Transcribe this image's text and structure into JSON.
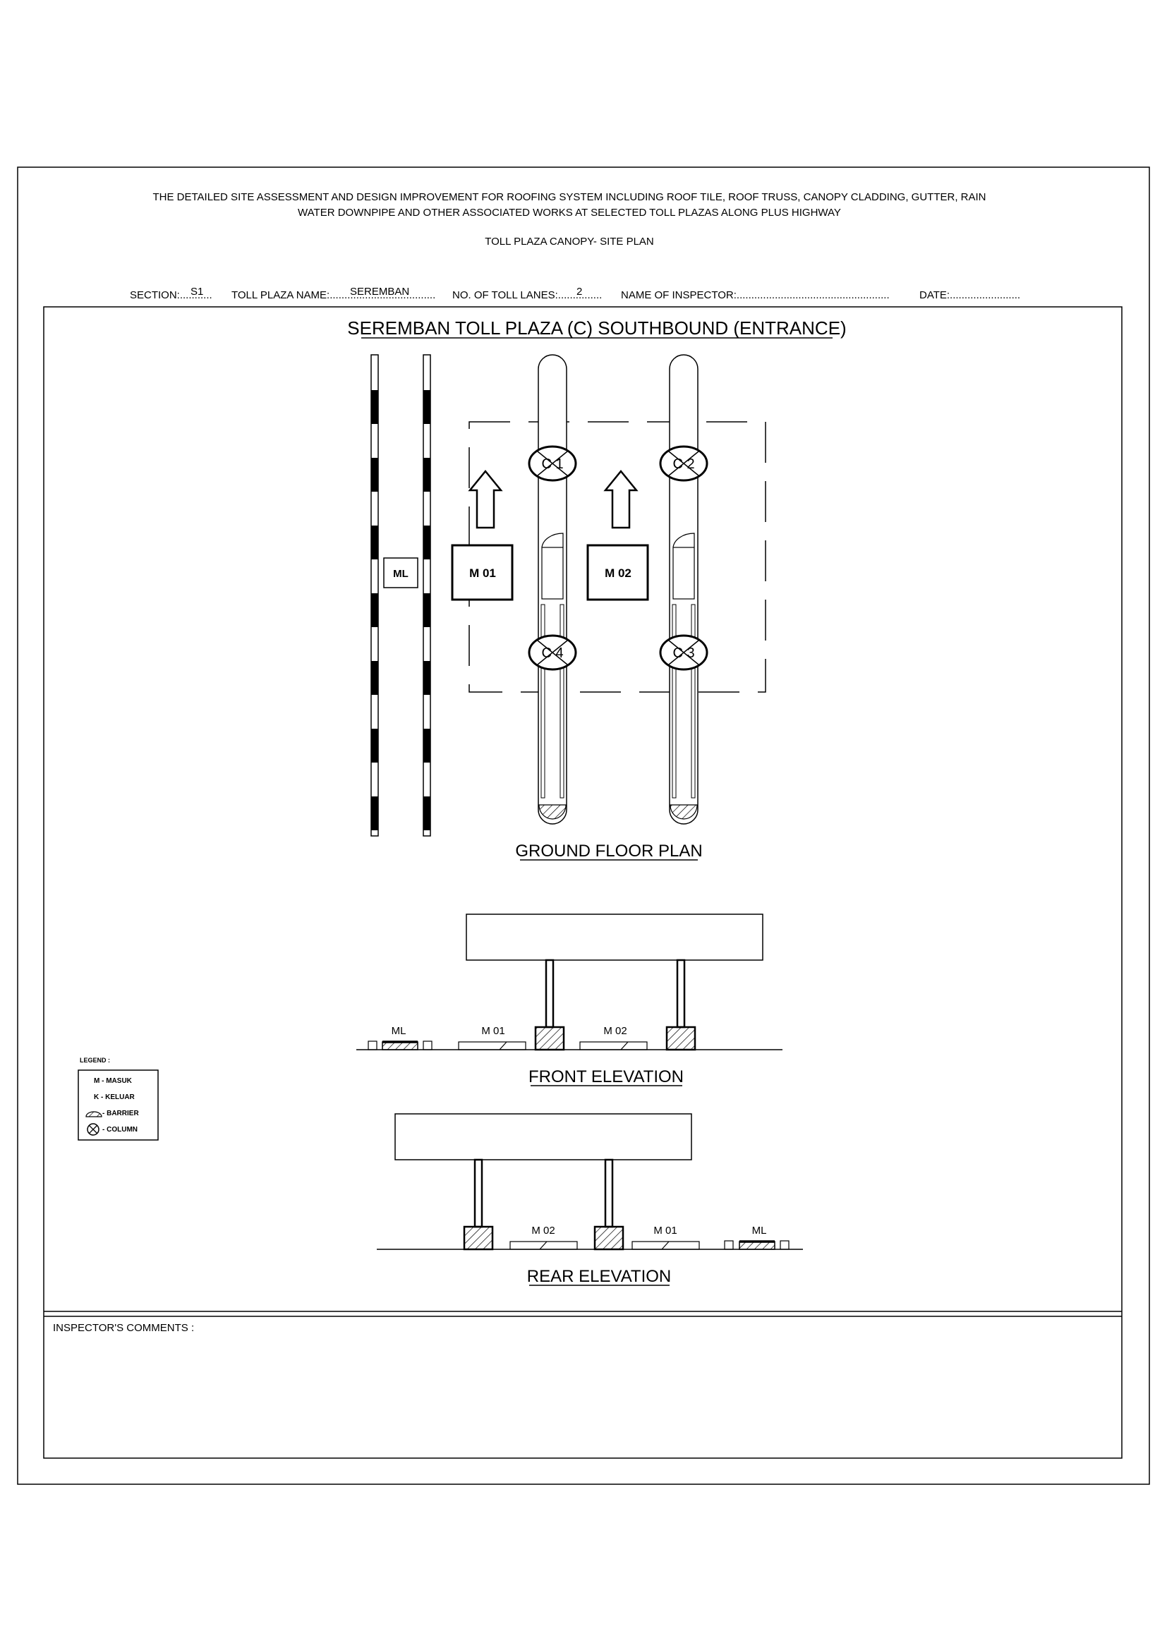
{
  "header": {
    "project_line1": "THE DETAILED SITE ASSESSMENT AND DESIGN IMPROVEMENT FOR ROOFING SYSTEM INCLUDING ROOF TILE, ROOF TRUSS, CANOPY CLADDING, GUTTER, RAIN",
    "project_line2": "WATER DOWNPIPE AND OTHER ASSOCIATED WORKS AT SELECTED TOLL PLAZAS ALONG PLUS HIGHWAY",
    "sheet_title": "TOLL PLAZA CANOPY- SITE PLAN"
  },
  "info": {
    "section_label": "SECTION:...........",
    "section_value": "S1",
    "plaza_label": "TOLL PLAZA NAME:....................................",
    "plaza_value": "SEREMBAN",
    "lanes_label": "NO. OF TOLL LANES:...............",
    "lanes_value": "2",
    "inspector_label": "NAME OF INSPECTOR:....................................................",
    "date_label": "DATE:........................"
  },
  "drawing": {
    "main_title": "SEREMBAN TOLL PLAZA (C) SOUTHBOUND (ENTRANCE)",
    "ground_floor_title": "GROUND FLOOR PLAN",
    "front_elevation_title": "FRONT ELEVATION",
    "rear_elevation_title": "REAR ELEVATION",
    "plan_labels": {
      "ml": "ML",
      "m01": "M 01",
      "m02": "M 02"
    },
    "columns": [
      "C 1",
      "C 2",
      "C 4",
      "C 3"
    ],
    "front_labels": {
      "ml": "ML",
      "m01": "M 01",
      "m02": "M 02"
    },
    "rear_labels": {
      "m02": "M 02",
      "m01": "M 01",
      "ml": "ML"
    }
  },
  "legend": {
    "title": "LEGEND :",
    "items": [
      "M - MASUK",
      "K - KELUAR",
      "- BARRIER",
      "- COLUMN"
    ]
  },
  "comments": {
    "label": "INSPECTOR'S COMMENTS :"
  }
}
